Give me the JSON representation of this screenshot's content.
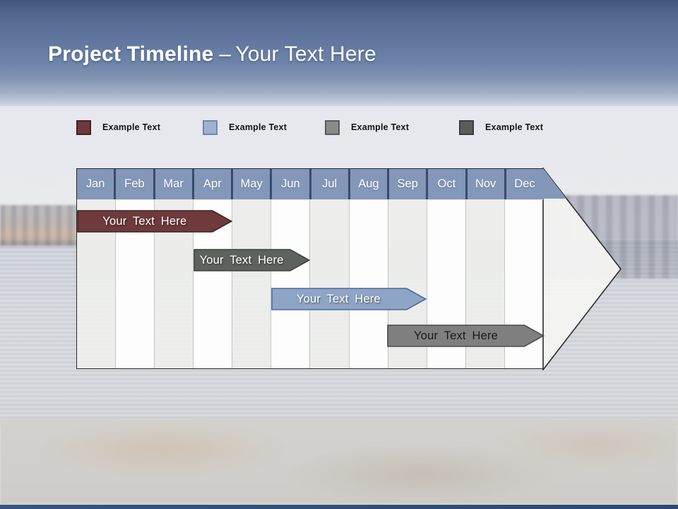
{
  "slide": {
    "title_bold": "Project Timeline",
    "title_dash": "–",
    "title_rest": "Your Text Here"
  },
  "legend": {
    "items": [
      {
        "label": "Example Text",
        "fill": "#6d393b",
        "border": "#432123"
      },
      {
        "label": "Example Text",
        "fill": "#9fb2d0",
        "border": "#6d88b5"
      },
      {
        "label": "Example Text",
        "fill": "#8a8a8a",
        "border": "#5a5a5a"
      },
      {
        "label": "Example Text",
        "fill": "#5c5c5c",
        "border": "#3c3c3c"
      }
    ]
  },
  "timeline": {
    "months": [
      "Jan",
      "Feb",
      "Mar",
      "Apr",
      "May",
      "Jun",
      "Jul",
      "Aug",
      "Sep",
      "Oct",
      "Nov",
      "Dec"
    ],
    "header_fill": "#8397b9",
    "bars": [
      {
        "label": "Your Text Here",
        "fill": "#6e3a3c",
        "stroke": "#402123",
        "text_color": "#ffffff",
        "white_text": true,
        "row": 0,
        "start_month": "Jan",
        "end_month": "Apr",
        "start": 0,
        "end": 4.0
      },
      {
        "label": "Your Text Here",
        "fill": "#5e625f",
        "stroke": "#3e413f",
        "text_color": "#ffffff",
        "white_text": true,
        "row": 1,
        "start_month": "Apr",
        "end_month": "Jun",
        "start": 3.0,
        "end": 6.0
      },
      {
        "label": "Your Text Here",
        "fill": "#8fa5c6",
        "stroke": "#4a6a9b",
        "text_color": "#ffffff",
        "white_text": true,
        "row": 2,
        "start_month": "Jun",
        "end_month": "Sep",
        "start": 5.0,
        "end": 9.0
      },
      {
        "label": "Your Text Here",
        "fill": "#7f7f7f",
        "stroke": "#4c4c4c",
        "text_color": "#1a1a1a",
        "white_text": false,
        "row": 3,
        "start_month": "Sep",
        "end_month": "Dec",
        "start": 8.0,
        "end": 12.05
      }
    ]
  }
}
